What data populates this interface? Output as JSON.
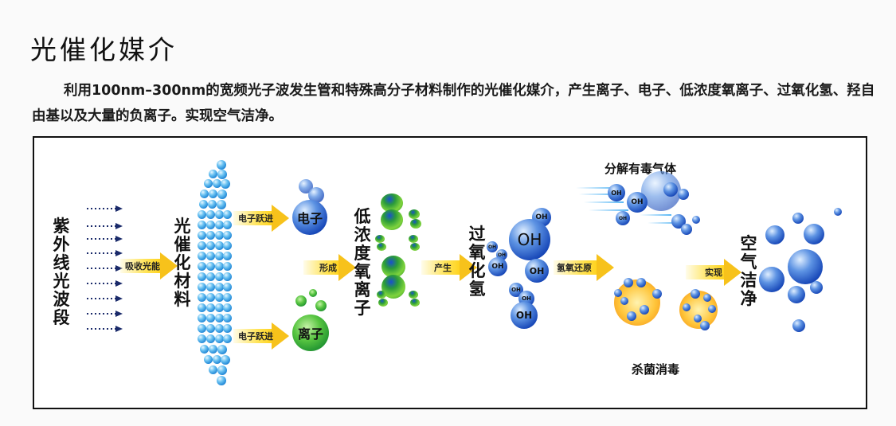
{
  "title": "光催化媒介",
  "description": "利用100nm–300nm的宽频光子波发生管和特殊高分子材料制作的光催化媒介，产生离子、电子、低浓度氧离子、过氧化氢、羟自由基以及大量的负离子。实现空气洁净。",
  "diagram": {
    "uv_label": [
      "紫",
      "外",
      "线",
      "光",
      "波",
      "段"
    ],
    "material_label": [
      "光",
      "催",
      "化",
      "材",
      "料"
    ],
    "low_oxygen_label": [
      "低",
      "浓",
      "度",
      "氧",
      "离",
      "子"
    ],
    "peroxide_label": [
      "过",
      "氧",
      "化",
      "氢"
    ],
    "clean_air_label": [
      "空",
      "气",
      "洁",
      "净"
    ],
    "arrows": {
      "absorb": "吸收光能",
      "electron_jump_top": "电子跃进",
      "electron_jump_bottom": "电子跃进",
      "form": "形成",
      "produce": "产生",
      "redox": "氢氧还原",
      "achieve": "实现"
    },
    "electron": "电子",
    "ion": "离子",
    "oh": "OH",
    "decompose_gas": "分解有毒气体",
    "sterilize": "杀菌消毒"
  },
  "colors": {
    "arrow_yellow": "#f7c21b",
    "material_blue": "#1f86d6",
    "oh_blue": "#1848b8",
    "ion_green": "#1b8f2f"
  }
}
